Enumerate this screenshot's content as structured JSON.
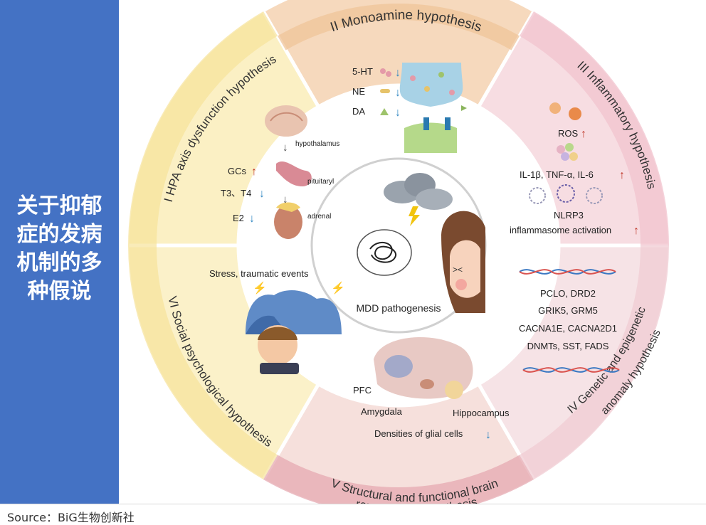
{
  "sidebar": {
    "title_lines": [
      "关于抑郁",
      "症的发病",
      "机制的多",
      "种假说"
    ],
    "color": "#4472c4"
  },
  "source": "Source：BiG生物创新社",
  "center": {
    "label": "MDD pathogenesis"
  },
  "sectors": {
    "monoamine": {
      "title": "II Monoamine hypothesis",
      "items": [
        "5-HT",
        "NE",
        "DA"
      ],
      "color": "#f6d9bd"
    },
    "inflammatory": {
      "title": "III Inflammatory hypothesis",
      "items": [
        "ROS",
        "IL-1β, TNF-α, IL-6",
        "NLRP3",
        "inflammasome activation"
      ],
      "color": "#f7dde2"
    },
    "genetic": {
      "title": "IV Genetic and epigenetic anomaly hypothesis",
      "title_lines": [
        "IV Genetic and epigenetic",
        "anomaly hypothesis"
      ],
      "items": [
        "PCLO, DRD2",
        "GRIK5, GRM5",
        "CACNA1E, CACNA2D1",
        "DNMTs, SST, FADS"
      ],
      "color": "#f6e3e6"
    },
    "structural": {
      "title": "V Structural and functional brain remodelling hypothesis",
      "title_lines": [
        "V Structural and functional brain",
        "remodelling hypothesis"
      ],
      "labels": [
        "PFC",
        "Amygdala",
        "Hippocampus"
      ],
      "note": "Densities of glial cells",
      "color": "#f6e0dc"
    },
    "social": {
      "title": "VI Social psychological hypothesis",
      "items": [
        "Stress, traumatic events"
      ],
      "color": "#fbf1c9"
    },
    "hpa": {
      "title": "I HPA axis dysfunction hypothesis",
      "organs": [
        "hypothalamus",
        "pituitaryl",
        "adrenal"
      ],
      "hormones": [
        "GCs",
        "T3、T4",
        "E2"
      ],
      "color": "#fbf0c4"
    }
  },
  "colors": {
    "up_arrow": "#c0392b",
    "down_arrow": "#2e86c1"
  }
}
